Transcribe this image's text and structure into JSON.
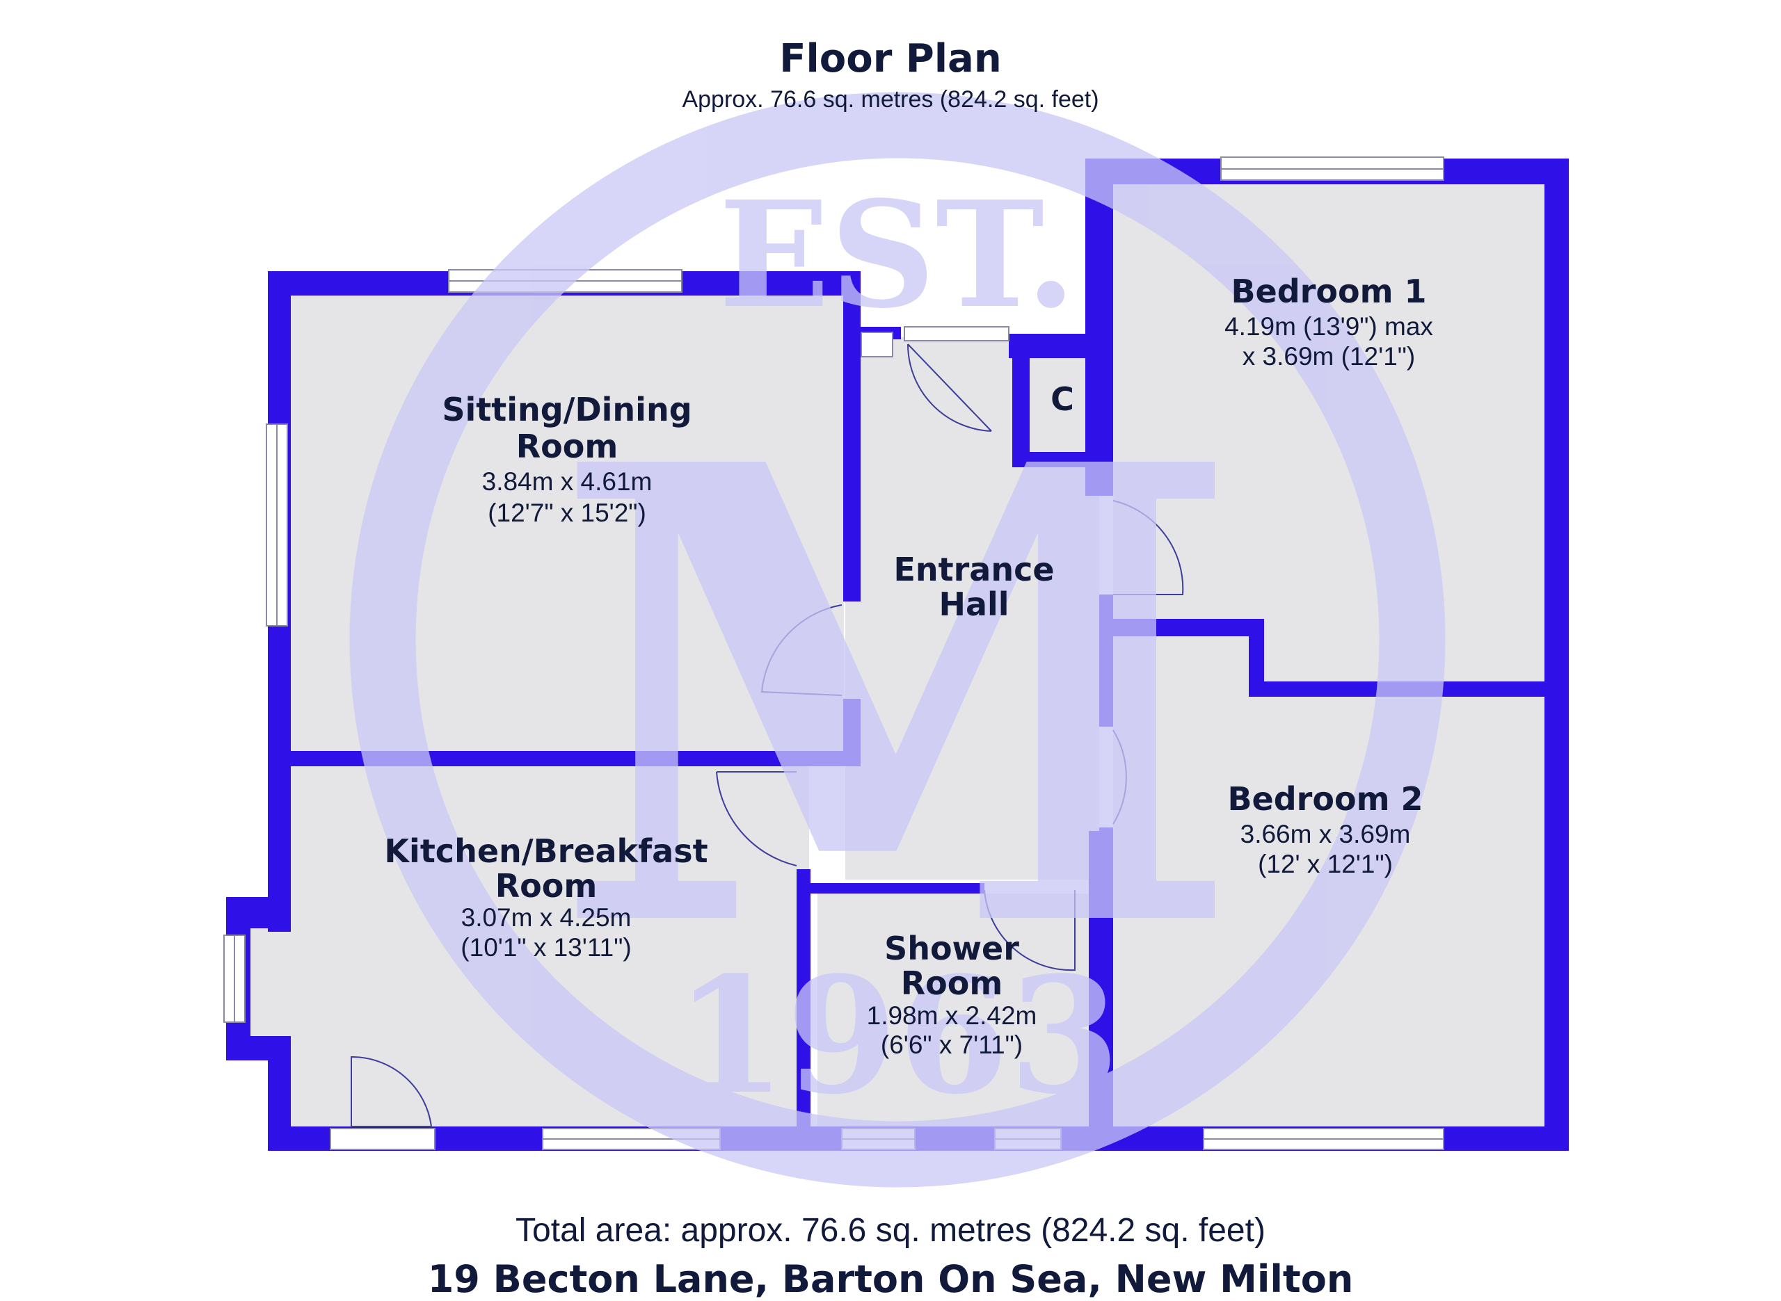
{
  "plan": {
    "title": "Floor Plan",
    "subtitle": "Approx. 76.6 sq. metres (824.2 sq. feet)",
    "total_area": "Total area: approx. 76.6 sq. metres (824.2 sq. feet)",
    "address": "19 Becton Lane, Barton On Sea, New Milton"
  },
  "watermark": {
    "top_text": "EST.",
    "letter": "M",
    "year": "1963",
    "color": "#c9c7f6"
  },
  "colors": {
    "wall": "#2f10e6",
    "floor": "#e5e5e7",
    "text": "#111a3a",
    "window": "#ffffff"
  },
  "rooms": {
    "sitting": {
      "name_line1": "Sitting/Dining",
      "name_line2": "Room",
      "dim_line1": "3.84m x 4.61m",
      "dim_line2": "(12'7\" x 15'2\")"
    },
    "kitchen": {
      "name_line1": "Kitchen/Breakfast",
      "name_line2": "Room",
      "dim_line1": "3.07m x 4.25m",
      "dim_line2": "(10'1\" x 13'11\")"
    },
    "hall": {
      "name_line1": "Entrance",
      "name_line2": "Hall"
    },
    "cupboard": {
      "label": "C"
    },
    "bedroom1": {
      "name_line1": "Bedroom 1",
      "dim_line1": "4.19m (13'9\") max",
      "dim_line2": "x 3.69m (12'1\")"
    },
    "bedroom2": {
      "name_line1": "Bedroom 2",
      "dim_line1": "3.66m x 3.69m",
      "dim_line2": "(12' x 12'1\")"
    },
    "shower": {
      "name_line1": "Shower",
      "name_line2": "Room",
      "dim_line1": "1.98m x 2.42m",
      "dim_line2": "(6'6\" x 7'11\")"
    }
  }
}
